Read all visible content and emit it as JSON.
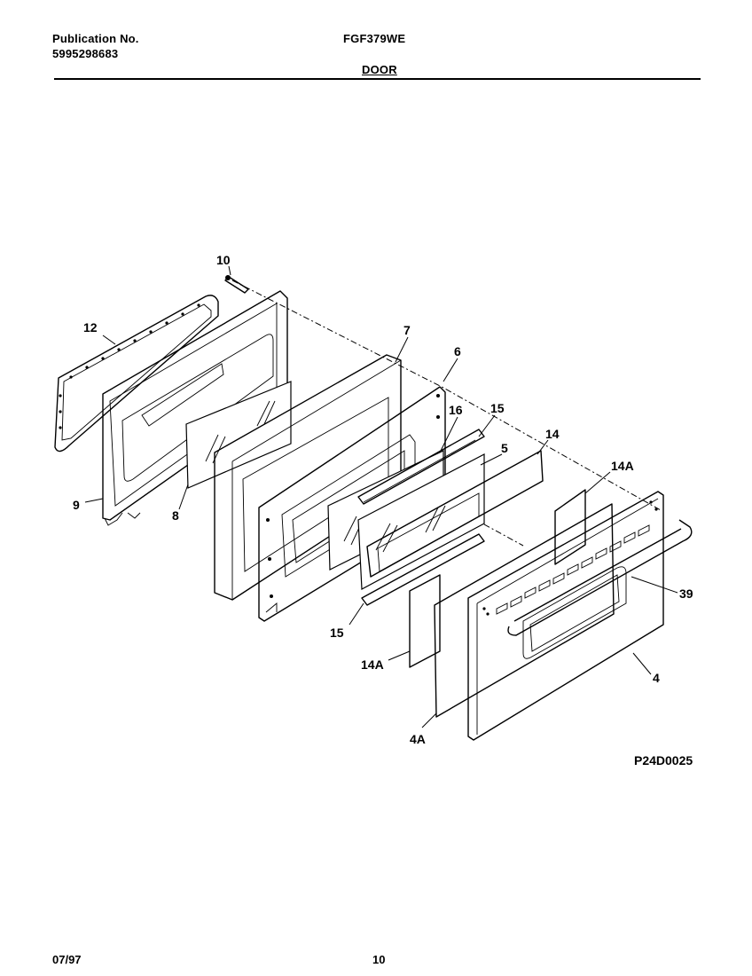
{
  "header": {
    "publication_label": "Publication No.",
    "publication_number": "5995298683",
    "model": "FGF379WE",
    "section": "DOOR"
  },
  "diagram": {
    "drawing_code": "P24D0025",
    "callouts": {
      "c10": "10",
      "c12": "12",
      "c7": "7",
      "c6": "6",
      "c16": "16",
      "c15_top": "15",
      "c5": "5",
      "c14": "14",
      "c14a_top": "14A",
      "c9": "9",
      "c8": "8",
      "c39": "39",
      "c15_bottom": "15",
      "c14a_bottom": "14A",
      "c4": "4",
      "c4a": "4A"
    }
  },
  "footer": {
    "date": "07/97",
    "page": "10"
  }
}
